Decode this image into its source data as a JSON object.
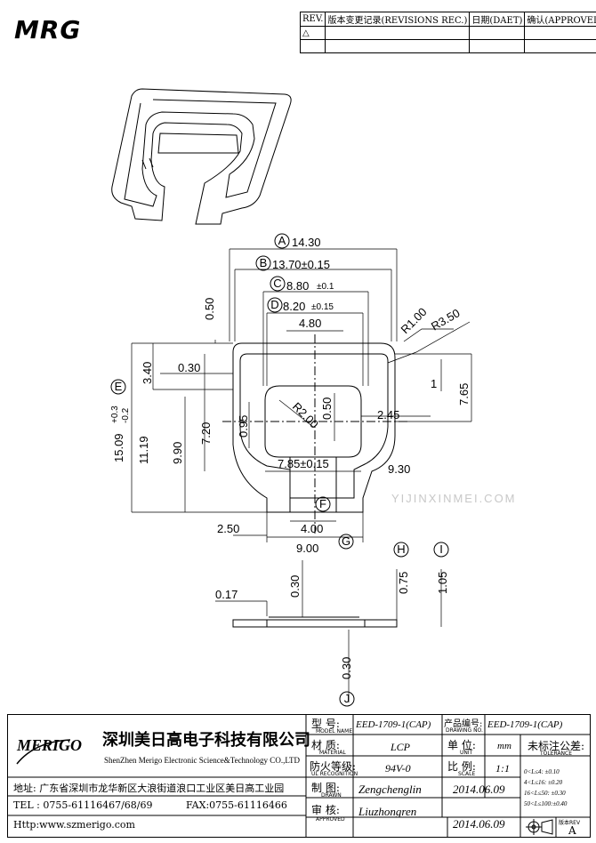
{
  "logo": {
    "text": "MRG"
  },
  "revision_table": {
    "headers": [
      "REV.",
      "版本变更记录(REVISIONS REC.)",
      "日期(DAET)",
      "确认(APPROVED)"
    ]
  },
  "dimensions": {
    "A": {
      "letter": "A",
      "value": "14.30"
    },
    "B": {
      "letter": "B",
      "value": "13.70±0.15"
    },
    "C": {
      "letter": "C",
      "value": "8.80",
      "tol": "±0.1"
    },
    "D": {
      "letter": "D",
      "value": "8.20",
      "tol": "±0.15"
    },
    "E": {
      "letter": "E",
      "value": "15.09",
      "tol_up": "+0.3",
      "tol_dn": "-0.2"
    },
    "F": {
      "letter": "F"
    },
    "G": {
      "letter": "G"
    },
    "H": {
      "letter": "H"
    },
    "I": {
      "letter": "I"
    },
    "J": {
      "letter": "J"
    },
    "d480": "4.80",
    "d050top": "0.50",
    "d340": "3.40",
    "d030a": "0.30",
    "d1119": "11.19",
    "d990": "9.90",
    "d720": "7.20",
    "d95": "0.95",
    "d050mid": "0.50",
    "r100": "R1.00",
    "r350": "R3.50",
    "r200": "R2.00",
    "d1": "1",
    "d765": "7.65",
    "d245": "2.45",
    "d785": "7.85±0.15",
    "d930": "9.30",
    "d250": "2.50",
    "d400": "4.00",
    "d900": "9.00",
    "d017": "0.17",
    "d030b": "0.30",
    "d075": "0.75",
    "d105": "1.05",
    "d030c": "0.30"
  },
  "titleblock": {
    "company_cn": "深圳美日高电子科技有限公司",
    "company_en": "ShenZhen Merigo Electronic Science&Technology CO.,LTD",
    "merigo": "MERIGO",
    "address": "地址: 广东省深圳市龙华新区大浪街道浪口工业区美日高工业园",
    "tel": "TEL : 0755-61116467/68/69",
    "fax": "FAX:0755-61116466",
    "http": "Http:www.szmerigo.com",
    "model_label": "型  号:",
    "model_sub": "MODEL NAME",
    "model_value": "EED-1709-1(CAP)",
    "drawing_label": "产品编号:",
    "drawing_sub": "DRAWING NO.",
    "drawing_value": "EED-1709-1(CAP)",
    "material_label": "材  质:",
    "material_sub": "MATERIAL",
    "material_value": "LCP",
    "unit_label": "单  位:",
    "unit_sub": "UNIT",
    "unit_value": "mm",
    "tolerance_label": "未标注公差:",
    "tolerance_sub": "TOLERANCE",
    "tol_rows": [
      "0<L≤4:  ±0.10",
      "4<L≤16: ±0.20",
      "16<L≤50: ±0.30",
      "50<L≤100:±0.40"
    ],
    "ul_label": "防火等级:",
    "ul_sub": "UL RECOGNITION",
    "ul_value": "94V-0",
    "scale_label": "比  例:",
    "scale_sub": "SCALE",
    "scale_value": "1:1",
    "drawn_label": "制  图:",
    "drawn_sub": "DRAWN",
    "drawn_value": "Zengchenglin",
    "drawn_date": "2014.06.09",
    "approved_label": "审  核:",
    "approved_sub": "APPROVED",
    "approved_value": "Liuzhongren",
    "approved_date": "2014.06.09",
    "rev_label": "版本REV",
    "rev_value": "A"
  },
  "watermark": "YIJINXINMEI.COM"
}
